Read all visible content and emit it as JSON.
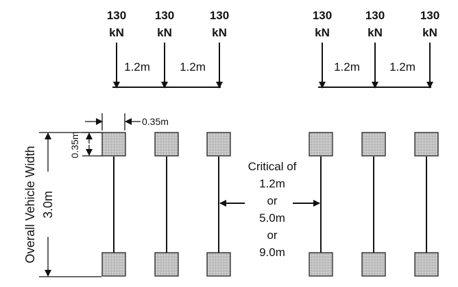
{
  "loads": {
    "left": [
      {
        "value": "130",
        "unit": "kN"
      },
      {
        "value": "130",
        "unit": "kN"
      },
      {
        "value": "130",
        "unit": "kN"
      }
    ],
    "right": [
      {
        "value": "130",
        "unit": "kN"
      },
      {
        "value": "130",
        "unit": "kN"
      },
      {
        "value": "130",
        "unit": "kN"
      }
    ]
  },
  "axle_spacing": {
    "left": [
      "1.2m",
      "1.2m"
    ],
    "right": [
      "1.2m",
      "1.2m"
    ]
  },
  "wheel_width_label": "0.35m",
  "wheel_length_label": "0.35m",
  "vehicle_width": {
    "label": "Overall Vehicle Width",
    "value": "3.0m"
  },
  "critical": {
    "line1": "Critical of",
    "line2": "1.2m",
    "line3": "or",
    "line4": "5.0m",
    "line5": "or",
    "line6": "9.0m"
  }
}
